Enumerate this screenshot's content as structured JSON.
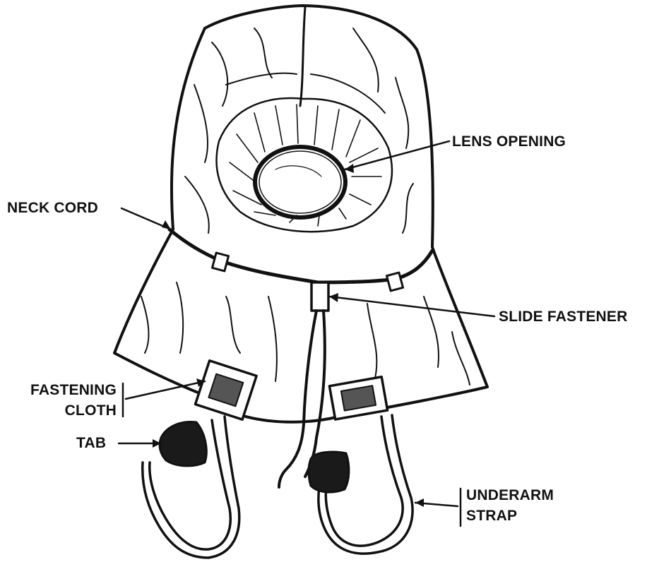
{
  "labels": {
    "lens_opening": "LENS OPENING",
    "neck_cord": "NECK CORD",
    "slide_fastener": "SLIDE FASTENER",
    "fastening_cloth_line1": "FASTENING",
    "fastening_cloth_line2": "CLOTH",
    "tab": "TAB",
    "underarm_strap_line1": "UNDERARM",
    "underarm_strap_line2": "STRAP"
  },
  "colors": {
    "ink": "#111111",
    "paper": "#ffffff"
  }
}
